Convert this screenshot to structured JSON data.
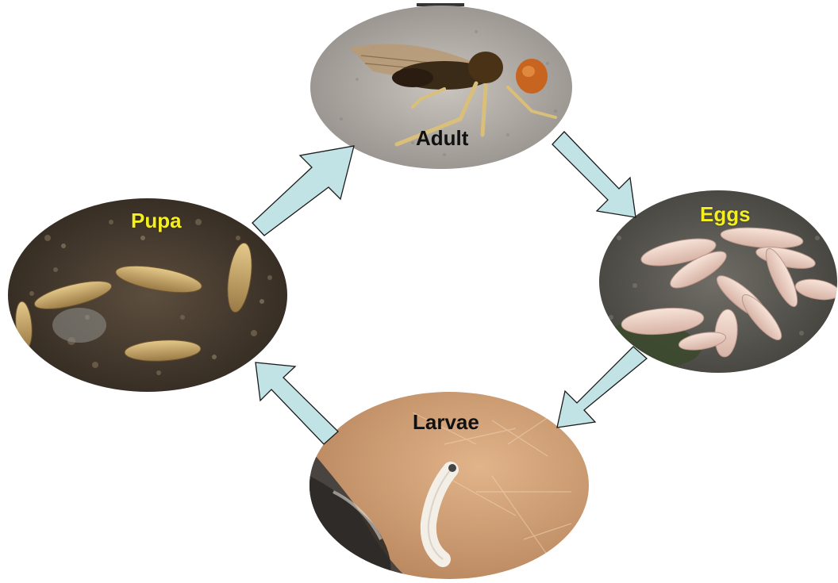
{
  "stages": {
    "adult": {
      "label": "Adult",
      "icon": "adult-fly-photo"
    },
    "eggs": {
      "label": "Eggs",
      "icon": "eggs-cluster-photo"
    },
    "larvae": {
      "label": "Larvae",
      "icon": "larva-photo"
    },
    "pupa": {
      "label": "Pupa",
      "icon": "pupae-in-soil-photo"
    }
  },
  "cycle_order": [
    "Adult",
    "Eggs",
    "Larvae",
    "Pupa"
  ],
  "colors": {
    "arrow_fill": "#c2e3e6",
    "arrow_stroke": "#1a1a1a",
    "label_dark": "#111111",
    "label_yellow": "#f5ef1e"
  }
}
